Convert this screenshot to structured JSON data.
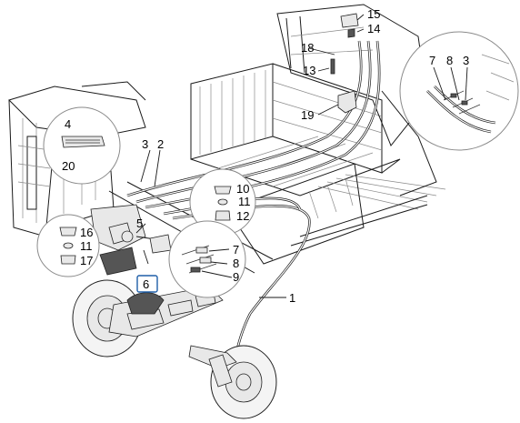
{
  "labels": {
    "n1": "1",
    "n2": "2",
    "n3a": "3",
    "n3b": "3",
    "n4": "4",
    "n5": "5",
    "n6": "6",
    "n7a": "7",
    "n7b": "7",
    "n8a": "8",
    "n8b": "8",
    "n9": "9",
    "n10": "10",
    "n11a": "11",
    "n11b": "11",
    "n12": "12",
    "n13": "13",
    "n14": "14",
    "n15": "15",
    "n16": "16",
    "n17": "17",
    "n18": "18",
    "n19": "19",
    "n20": "20"
  },
  "highlight_color": "#1f5fa8"
}
